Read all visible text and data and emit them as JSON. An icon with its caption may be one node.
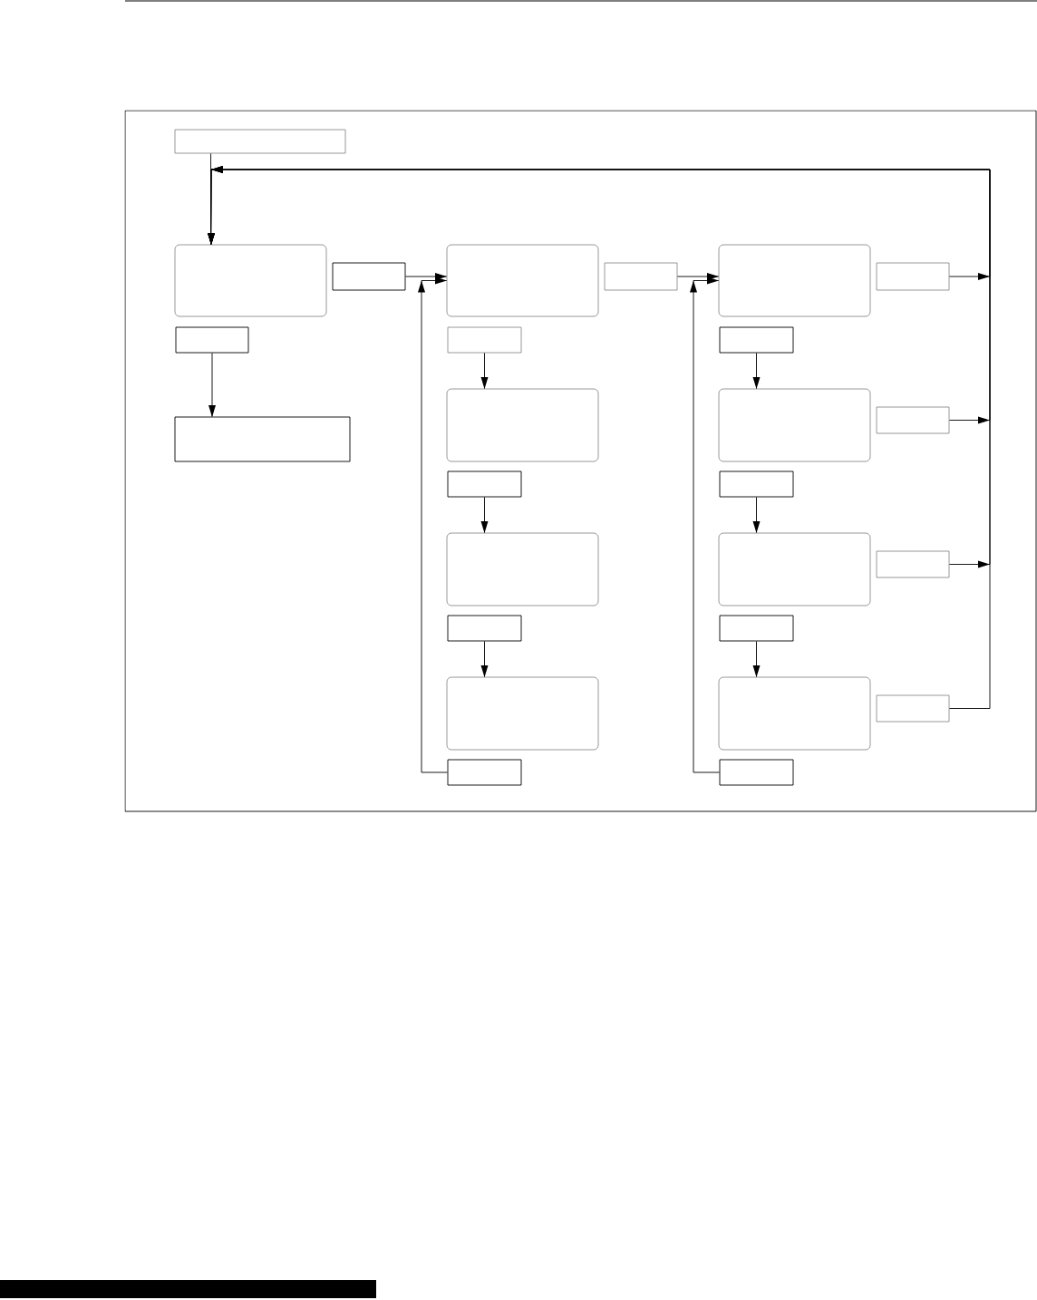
{
  "diagram": {
    "nodes": [
      {
        "text": [],
        "shape": "box"
      },
      {
        "text": [],
        "shape": "box"
      },
      {
        "text": [],
        "shape": "box"
      },
      {
        "text": [],
        "shape": "box"
      },
      {
        "text": [],
        "shape": "box"
      },
      {
        "text": [],
        "shape": "box"
      },
      {
        "text": [],
        "shape": "box"
      },
      {
        "text": [],
        "shape": "box"
      },
      {
        "text": [],
        "shape": "box"
      },
      {
        "text": [],
        "shape": "box"
      },
      {
        "text": [],
        "shape": "box"
      },
      {
        "text": [],
        "shape": "box"
      },
      {
        "text": [],
        "shape": "box"
      },
      {
        "text": [],
        "shape": "box"
      },
      {
        "text": [],
        "shape": "box"
      },
      {
        "text": [],
        "shape": "box"
      },
      {
        "text": [],
        "shape": "box"
      },
      {
        "text": [],
        "shape": "box"
      },
      {
        "text": [],
        "shape": "box"
      },
      {
        "text": [],
        "shape": "box"
      },
      {
        "text": [],
        "shape": "box"
      },
      {
        "text": [],
        "shape": "box"
      },
      {
        "text": [],
        "shape": "box"
      },
      {
        "text": [],
        "shape": "box"
      },
      {
        "text": [],
        "shape": "box"
      },
      {
        "text": [],
        "shape": "box"
      }
    ],
    "edges": [
      {
        "from": 0,
        "to": 1,
        "arrow": "to"
      },
      {
        "from": 2,
        "to": 3,
        "arrow": "to"
      },
      {
        "from": 4,
        "to": 5,
        "arrow": "to"
      },
      {
        "from": 6,
        "to": 1,
        "arrow": "to"
      },
      {
        "from": 7,
        "to": 10,
        "arrow": "to"
      },
      {
        "from": 8,
        "to": 11,
        "arrow": "to"
      },
      {
        "from": 9,
        "to": 12,
        "arrow": "to"
      },
      {
        "from": 13,
        "to": 1,
        "arrow": "to"
      },
      {
        "from": 14,
        "to": 16,
        "arrow": "to"
      },
      {
        "from": 15,
        "to": 17,
        "arrow": "to"
      },
      {
        "from": 18,
        "to": 1,
        "arrow": "to"
      },
      {
        "from": 19,
        "to": 21,
        "arrow": "to"
      },
      {
        "from": 20,
        "to": 22,
        "arrow": "to"
      },
      {
        "from": 23,
        "to": 1,
        "arrow": "to"
      },
      {
        "from": 24,
        "to": 3,
        "arrow": "to"
      },
      {
        "from": 25,
        "to": 5,
        "arrow": "to"
      }
    ]
  }
}
